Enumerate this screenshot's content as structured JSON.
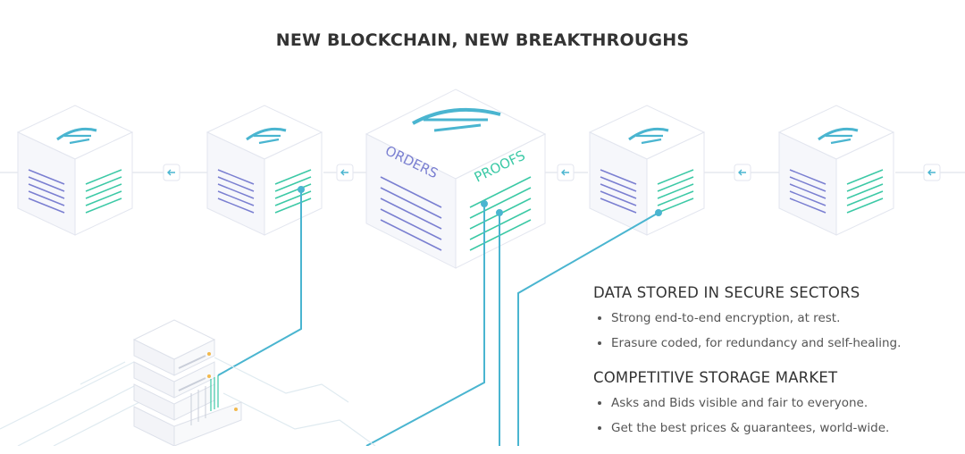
{
  "title": "NEW BLOCKCHAIN, NEW BREAKTHROUGHS",
  "center_block": {
    "left_label": "ORDERS",
    "right_label": "PROOFS"
  },
  "sections": [
    {
      "heading": "DATA STORED IN SECURE SECTORS",
      "bullets": [
        "Strong end-to-end encryption, at rest.",
        "Erasure coded, for redundancy and self-healing."
      ]
    },
    {
      "heading": "COMPETITIVE STORAGE MARKET",
      "bullets": [
        "Asks and Bids visible and fair to everyone.",
        "Get the best prices & guarantees, world-wide."
      ]
    }
  ],
  "colors": {
    "accent": "#4ab5d0",
    "teal": "#3cc9a6",
    "purple": "#7a7fd1",
    "cube_top": "#ffffff",
    "cube_side": "#f6f7fb",
    "outline": "#e3e6ef"
  },
  "icons": [
    "filecoin-logo-icon",
    "arrow-left-icon"
  ]
}
